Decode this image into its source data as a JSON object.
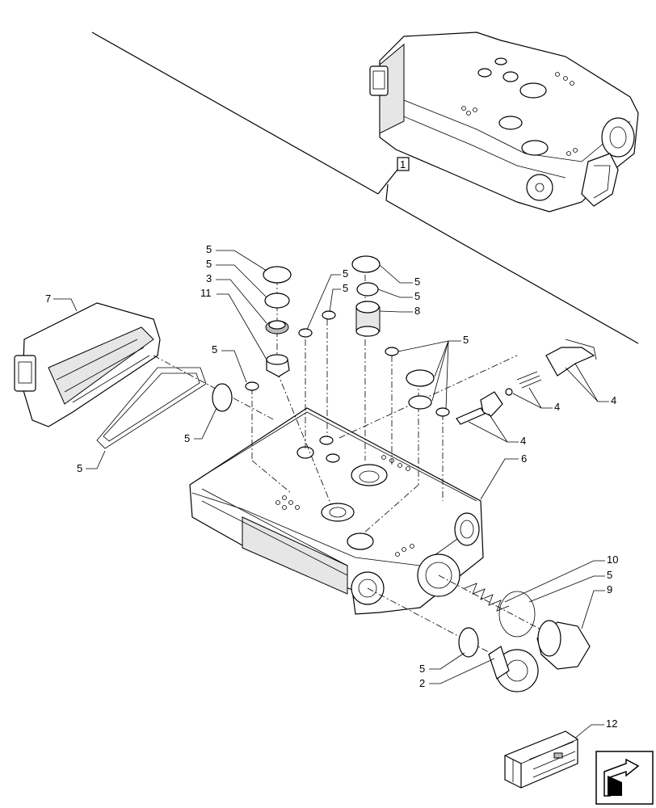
{
  "callouts": {
    "c1": "1",
    "c2": "2",
    "c3": "3",
    "c4": "4",
    "c5": "5",
    "c6": "6",
    "c7": "7",
    "c8": "8",
    "c9": "9",
    "c10": "10",
    "c11": "11",
    "c12": "12"
  },
  "icons": {
    "next_page": "arrow-return-icon",
    "kit_box": "crate-icon"
  },
  "colors": {
    "line": "#000000",
    "shade": "#e6e6e6",
    "background": "#ffffff"
  }
}
